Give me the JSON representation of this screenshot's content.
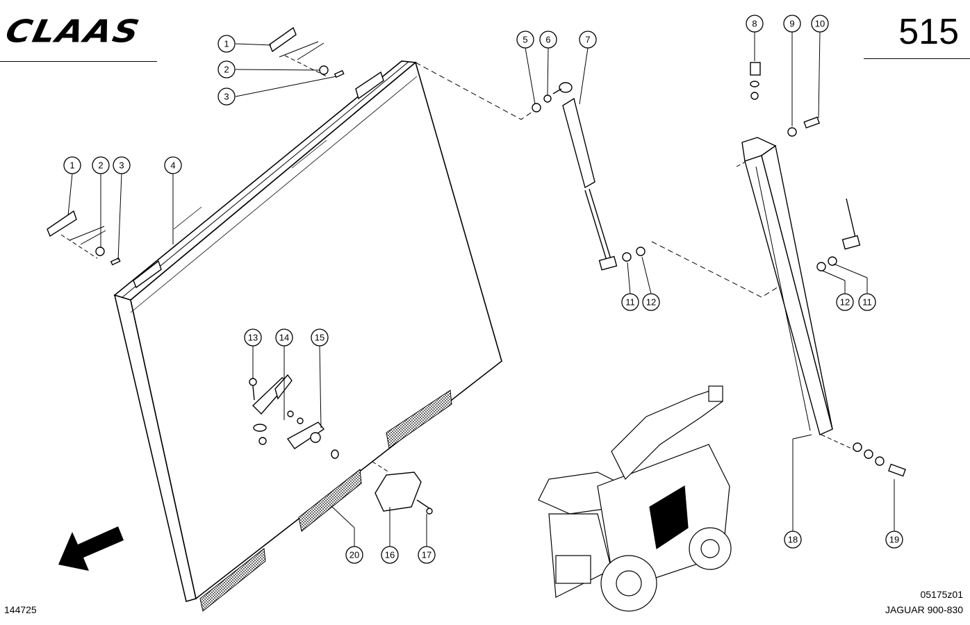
{
  "header": {
    "brand": "CLAAS",
    "page_number": "515"
  },
  "footer": {
    "doc_id": "144725",
    "drawing_code": "05175z01",
    "model": "JAGUAR 900-830"
  },
  "callouts": [
    "1",
    "2",
    "3",
    "1",
    "2",
    "3",
    "4",
    "5",
    "6",
    "7",
    "8",
    "9",
    "10",
    "11",
    "12",
    "12",
    "11",
    "13",
    "14",
    "15",
    "16",
    "17",
    "18",
    "19",
    "20"
  ],
  "colors": {
    "line": "#000000",
    "background": "#ffffff"
  },
  "icons": [
    "direction-arrow-icon",
    "forage-harvester-illustration"
  ]
}
